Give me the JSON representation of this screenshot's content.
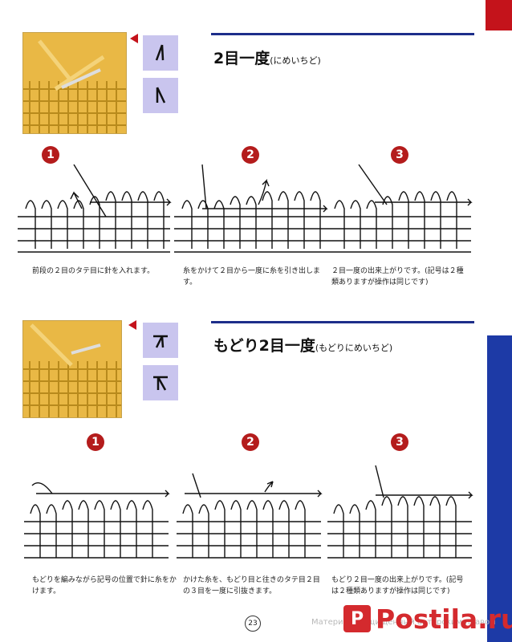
{
  "section1": {
    "title_main": "2目一度",
    "title_reading": "(にめいちど)",
    "steps": [
      {
        "num": "1",
        "caption": "前段の２目のタテ目に針を入れます。"
      },
      {
        "num": "2",
        "caption": "糸をかけて２目から一度に糸を引き出します。"
      },
      {
        "num": "3",
        "caption": "２目一度の出来上がりです。(記号は２種類ありますが操作は同じです)"
      }
    ]
  },
  "section2": {
    "title_main": "もどり2目一度",
    "title_reading": "(もどりにめいちど)",
    "steps": [
      {
        "num": "1",
        "caption": "もどりを編みながら記号の位置で針に糸をかけます。"
      },
      {
        "num": "2",
        "caption": "かけた糸を、もどり目と往きのタテ目２目の３目を一度に引抜きます。"
      },
      {
        "num": "3",
        "caption": "もどり２目一度の出来上がりです。(記号は２種類ありますが操作は同じです)"
      }
    ]
  },
  "footer": {
    "page_number": "23",
    "watermark": "Материал, защищённый авторским правом",
    "logo_text": "Postila.ru"
  },
  "colors": {
    "accent_red": "#c4131b",
    "rule_blue": "#1d2e8a",
    "side_blue": "#1d3aa6",
    "symbol_lavender": "#c9c5ee",
    "yarn_yellow": "#e9b845"
  }
}
